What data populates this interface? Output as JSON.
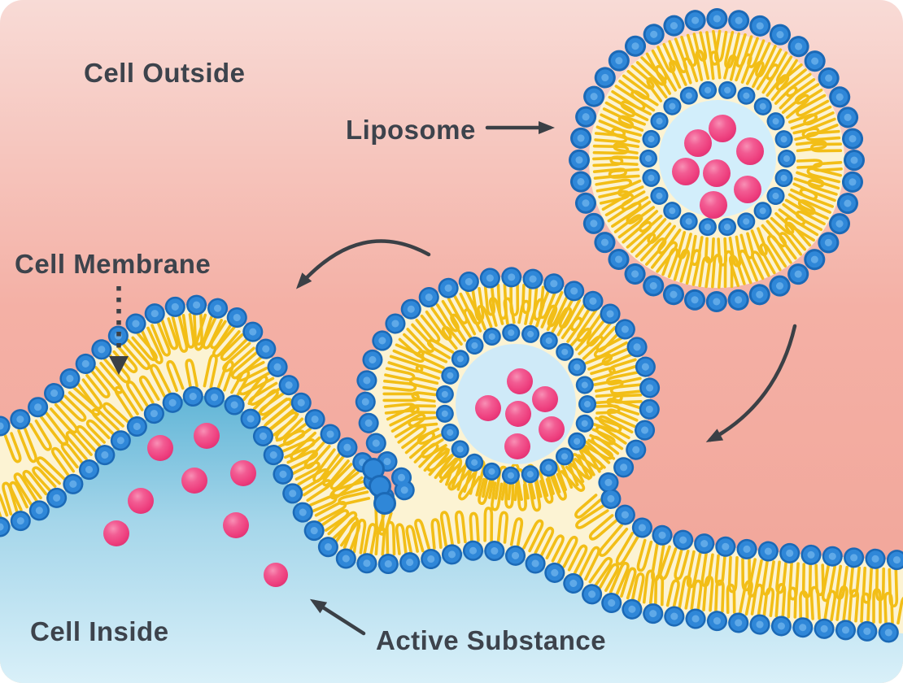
{
  "labels": {
    "cell_outside": "Cell Outside",
    "liposome": "Liposome",
    "cell_membrane": "Cell Membrane",
    "cell_inside": "Cell Inside",
    "active_substance": "Active Substance"
  },
  "palette": {
    "background_outside_top": "#f8dbd6",
    "background_outside": "#f4aca1",
    "background_inside_top": "#5fb4d6",
    "background_inside_bottom": "#d9f0f9",
    "membrane_band": "#fcf3d3",
    "lipid_tail": "#f2be17",
    "lipid_head_blue": "#2f87d8",
    "liposome_core": "#cfecfa",
    "active_substance_pink": "#ee3f7e",
    "label_text": "#3d434c",
    "arrow": "#3b4046"
  },
  "particles": {
    "liposome_dot_count": 7,
    "fusing_liposome_dot_count": 6,
    "cell_inside_dot_count": 7,
    "released_dot_count": 1
  }
}
